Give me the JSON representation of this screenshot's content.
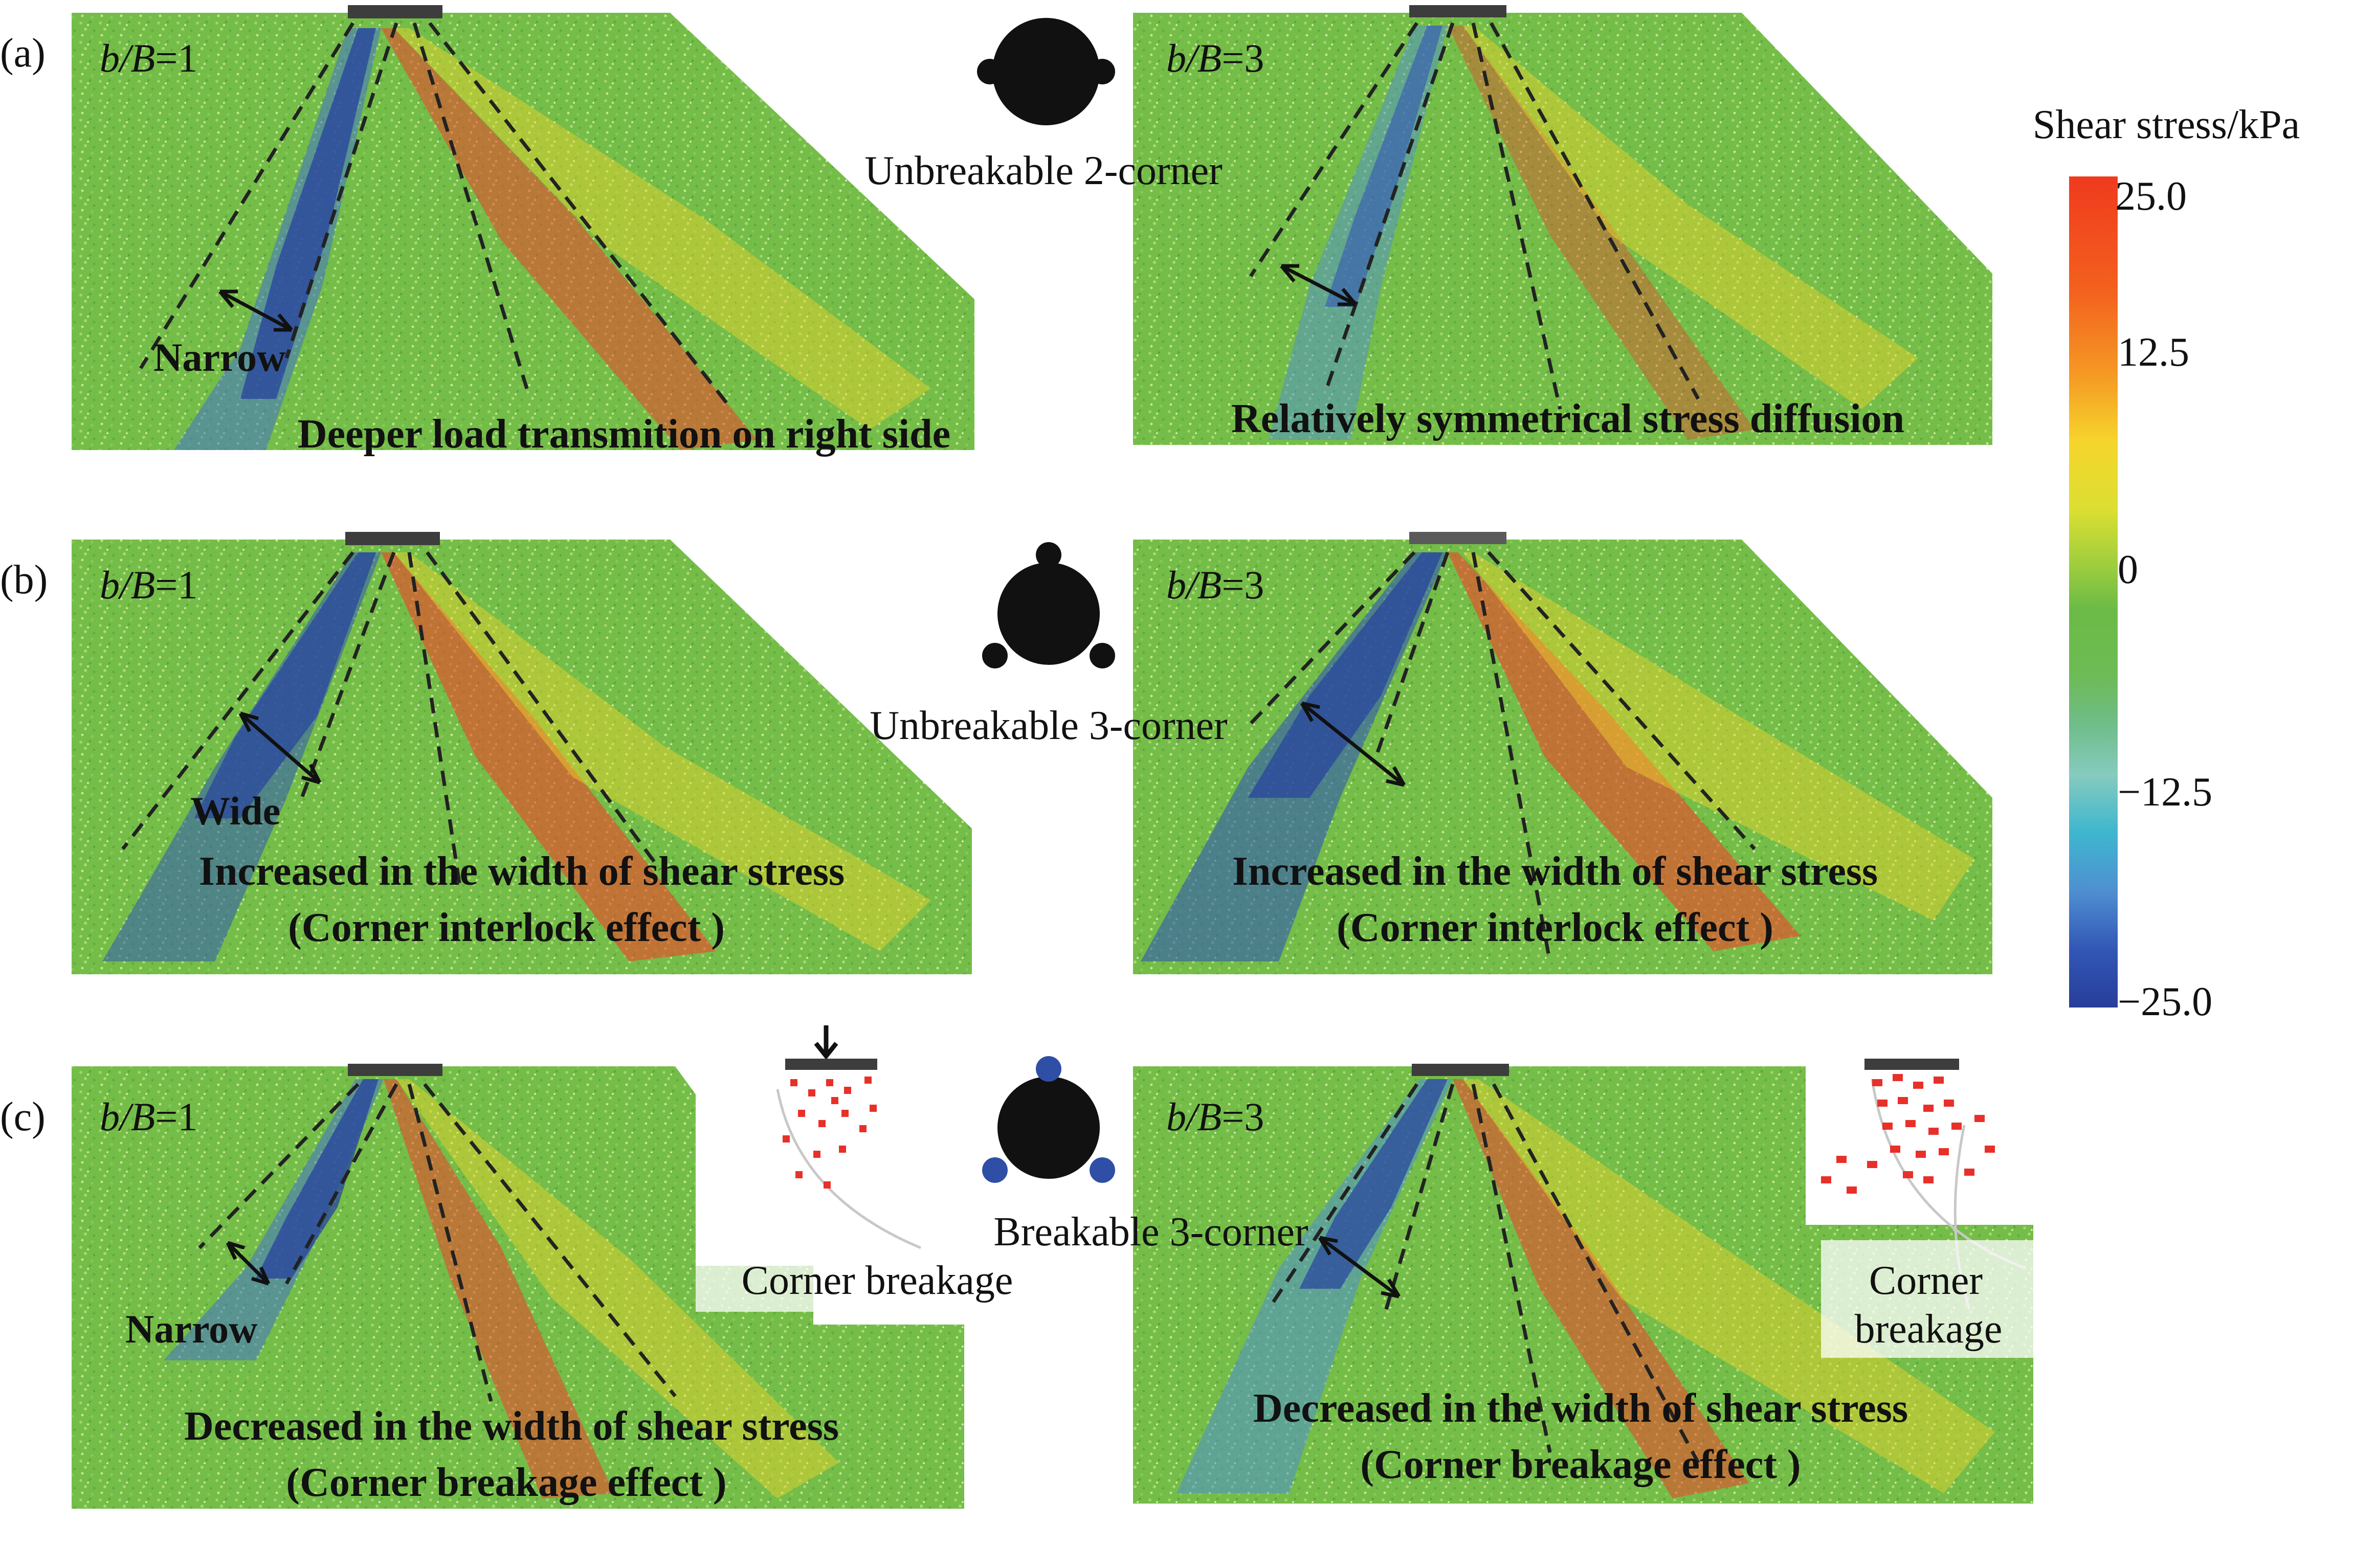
{
  "figure": {
    "colorbar": {
      "title": "Shear stress/kPa",
      "ticks": [
        "25.0",
        "12.5",
        "0",
        "−12.5",
        "−25.0"
      ],
      "colors": [
        "#f03a1e",
        "#f3621e",
        "#f59a24",
        "#f6d52c",
        "#dcdf32",
        "#9ccd3e",
        "#6cbb46",
        "#6dbb55",
        "#6fbd8a",
        "#86cbbe",
        "#3eb6cf",
        "#4f8fd1",
        "#3257b6",
        "#283d9a"
      ]
    },
    "rows": [
      {
        "tag": "(a)",
        "particle_icon": "unbreakable-2-corner-particle-icon",
        "particle_label": "Unbreakable 2-corner",
        "panels": [
          {
            "ratio_var": "b/B",
            "ratio_value": "=1",
            "width_label": "Narrow",
            "captions": [
              "Deeper load transmition on right side"
            ],
            "inset_label": []
          },
          {
            "ratio_var": "b/B",
            "ratio_value": "=3",
            "width_label": "",
            "captions": [
              "Relatively symmetrical stress diffusion"
            ],
            "inset_label": []
          }
        ]
      },
      {
        "tag": "(b)",
        "particle_icon": "unbreakable-3-corner-particle-icon",
        "particle_label": "Unbreakable 3-corner",
        "panels": [
          {
            "ratio_var": "b/B",
            "ratio_value": "=1",
            "width_label": "Wide",
            "captions": [
              "Increased in the width of shear stress",
              "(Corner interlock effect )"
            ],
            "inset_label": []
          },
          {
            "ratio_var": "b/B",
            "ratio_value": "=3",
            "width_label": "",
            "captions": [
              "Increased in the width of shear stress",
              "(Corner interlock effect )"
            ],
            "inset_label": []
          }
        ]
      },
      {
        "tag": "(c)",
        "particle_icon": "breakable-3-corner-particle-icon",
        "particle_label": "Breakable 3-corner",
        "panels": [
          {
            "ratio_var": "b/B",
            "ratio_value": "=1",
            "width_label": "Narrow",
            "captions": [
              "Decreased in the width of shear stress",
              "(Corner breakage effect )"
            ],
            "inset_label": [
              "Corner breakage"
            ]
          },
          {
            "ratio_var": "b/B",
            "ratio_value": "=3",
            "width_label": "",
            "captions": [
              "Decreased in the width of shear stress",
              "(Corner breakage effect )"
            ],
            "inset_label": [
              "Corner",
              "breakage"
            ]
          }
        ]
      }
    ]
  }
}
